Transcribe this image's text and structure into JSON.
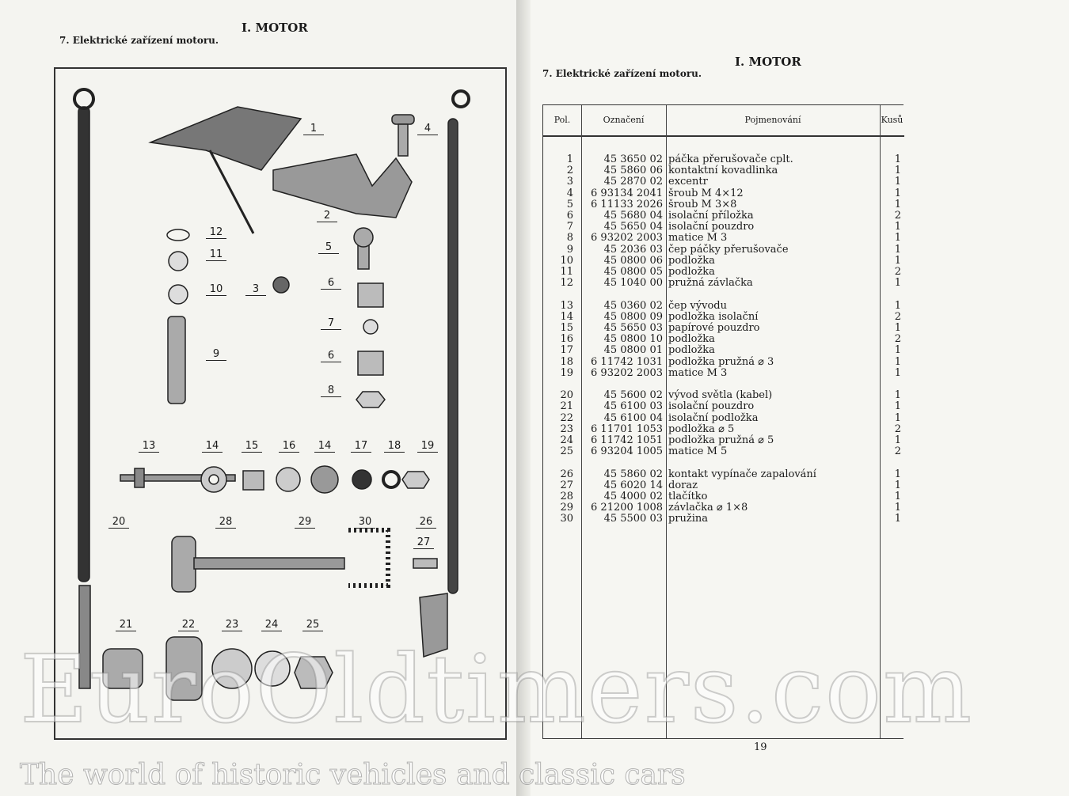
{
  "left_page": {
    "title": "I. MOTOR",
    "subtitle": "7. Elektrické zařízení motoru.",
    "diagram_labels": [
      "1",
      "2",
      "3",
      "4",
      "5",
      "6",
      "7",
      "6",
      "8",
      "9",
      "10",
      "11",
      "12",
      "13",
      "14",
      "15",
      "16",
      "14",
      "17",
      "18",
      "19",
      "20",
      "28",
      "29",
      "30",
      "26",
      "27",
      "21",
      "22",
      "23",
      "24",
      "25"
    ]
  },
  "right_page": {
    "title": "I. MOTOR",
    "subtitle": "7. Elektrické zařízení motoru.",
    "page_number": "19",
    "table": {
      "headers": [
        "Pol.",
        "Označení",
        "Pojmenování",
        "Kusů"
      ],
      "groups": [
        [
          [
            "1",
            "45 3650 02",
            "páčka přerušovače cplt.",
            "1"
          ],
          [
            "2",
            "45 5860 06",
            "kontaktní kovadlinka",
            "1"
          ],
          [
            "3",
            "45 2870 02",
            "excentr",
            "1"
          ],
          [
            "4",
            "6 93134 2041",
            "šroub M 4×12",
            "1"
          ],
          [
            "5",
            "6 11133 2026",
            "šroub M 3×8",
            "1"
          ],
          [
            "6",
            "45 5680 04",
            "isolační příložka",
            "2"
          ],
          [
            "7",
            "45 5650 04",
            "isolační pouzdro",
            "1"
          ],
          [
            "8",
            "6 93202 2003",
            "matice M 3",
            "1"
          ],
          [
            "9",
            "45 2036 03",
            "čep páčky přerušovače",
            "1"
          ],
          [
            "10",
            "45 0800 06",
            "podložka",
            "1"
          ],
          [
            "11",
            "45 0800 05",
            "podložka",
            "2"
          ],
          [
            "12",
            "45 1040 00",
            "pružná závlačka",
            "1"
          ]
        ],
        [
          [
            "13",
            "45 0360 02",
            "čep vývodu",
            "1"
          ],
          [
            "14",
            "45 0800 09",
            "podložka isolační",
            "2"
          ],
          [
            "15",
            "45 5650 03",
            "papírové pouzdro",
            "1"
          ],
          [
            "16",
            "45 0800 10",
            "podložka",
            "2"
          ],
          [
            "17",
            "45 0800 01",
            "podložka",
            "1"
          ],
          [
            "18",
            "6 11742 1031",
            "podložka pružná ⌀ 3",
            "1"
          ],
          [
            "19",
            "6 93202 2003",
            "matice M 3",
            "1"
          ]
        ],
        [
          [
            "20",
            "45 5600 02",
            "vývod světla (kabel)",
            "1"
          ],
          [
            "21",
            "45 6100 03",
            "isolační pouzdro",
            "1"
          ],
          [
            "22",
            "45 6100 04",
            "isolační podložka",
            "1"
          ],
          [
            "23",
            "6 11701 1053",
            "podložka ⌀ 5",
            "2"
          ],
          [
            "24",
            "6 11742 1051",
            "podložka pružná ⌀ 5",
            "1"
          ],
          [
            "25",
            "6 93204 1005",
            "matice M 5",
            "2"
          ]
        ],
        [
          [
            "26",
            "45 5860 02",
            "kontakt vypínače zapalování",
            "1"
          ],
          [
            "27",
            "45 6020 14",
            "doraz",
            "1"
          ],
          [
            "28",
            "45 4000 02",
            "tlačítko",
            "1"
          ],
          [
            "29",
            "6 21200 1008",
            "závlačka ⌀ 1×8",
            "1"
          ],
          [
            "30",
            "45 5500 03",
            "pružina",
            "1"
          ]
        ]
      ]
    }
  },
  "watermark": {
    "brand": "EuroOldtimers.com",
    "tagline": "The world of historic vehicles and classic cars"
  }
}
